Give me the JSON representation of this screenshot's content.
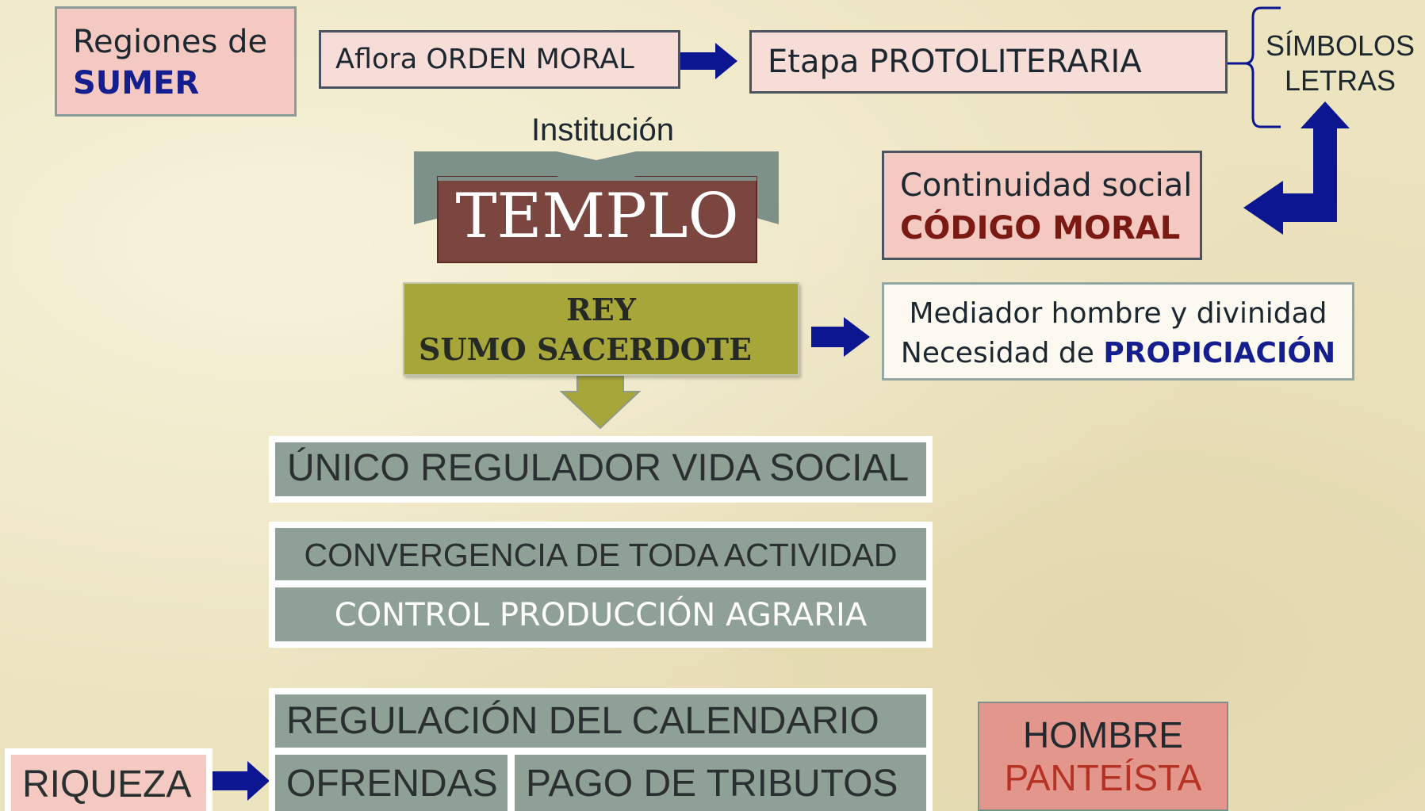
{
  "sumer": {
    "line1": "Regiones de",
    "line2": "SUMER"
  },
  "orden_moral": "Aflora ORDEN MORAL",
  "protoliteraria": "Etapa PROTOLITERARIA",
  "simbolos": {
    "line1": "SÍMBOLOS",
    "line2": "LETRAS"
  },
  "institucion": "Institución",
  "templo": "TEMPLO",
  "continuidad": {
    "line1": "Continuidad social",
    "line2": "CÓDIGO MORAL"
  },
  "rey": {
    "line1": "REY",
    "line2": "SUMO SACERDOTE"
  },
  "mediador": {
    "line1": "Mediador hombre y divinidad",
    "line2_prefix": "Necesidad de ",
    "line2_bold": "PROPICIACIÓN"
  },
  "unico": "ÚNICO REGULADOR VIDA SOCIAL",
  "convergencia": "CONVERGENCIA DE TODA ACTIVIDAD",
  "control": "CONTROL PRODUCCIÓN AGRARIA",
  "calendario": "REGULACIÓN DEL CALENDARIO",
  "ofrendas": "OFRENDAS",
  "tributos": "PAGO DE TRIBUTOS",
  "riqueza": "RIQUEZA",
  "hombre": {
    "line1": "HOMBRE",
    "line2": "PANTEÍSTA"
  },
  "colors": {
    "arrow_blue": "#0c1690",
    "olive": "#a6a63a",
    "templo_red": "#7b4540",
    "gray_box": "#8fa096",
    "pink_box": "#f3c9c2"
  }
}
